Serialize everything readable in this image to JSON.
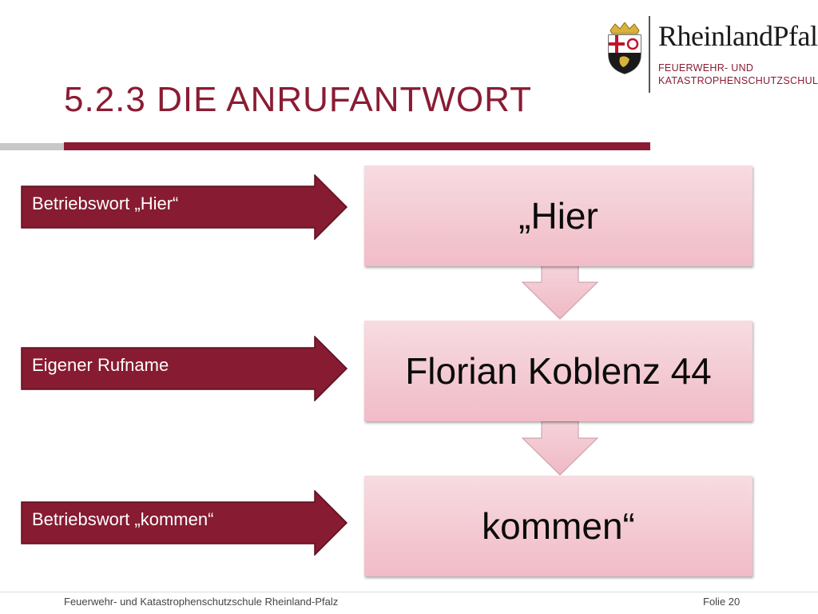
{
  "slide": {
    "title": "5.2.3 Die Anrufantwort"
  },
  "logo": {
    "name": "RheinlandPfalz",
    "subtitle_line1": "FEUERWEHR- UND",
    "subtitle_line2": "KATASTROPHENSCHUTZSCHULE"
  },
  "labels": [
    {
      "text": "Betriebswort „Hier“"
    },
    {
      "text": "Eigener Rufname"
    },
    {
      "text": "Betriebswort „kommen“"
    }
  ],
  "steps": [
    {
      "text": "„Hier"
    },
    {
      "text": "Florian Koblenz 44"
    },
    {
      "text": "kommen“"
    }
  ],
  "footer": {
    "left": "Feuerwehr- und Katastrophenschutzschule Rheinland-Pfalz",
    "page": "Folie 20"
  },
  "colors": {
    "accent": "#8a1c33",
    "arrow_fill": "#861b31",
    "step_fill": "#f3c8d1"
  }
}
